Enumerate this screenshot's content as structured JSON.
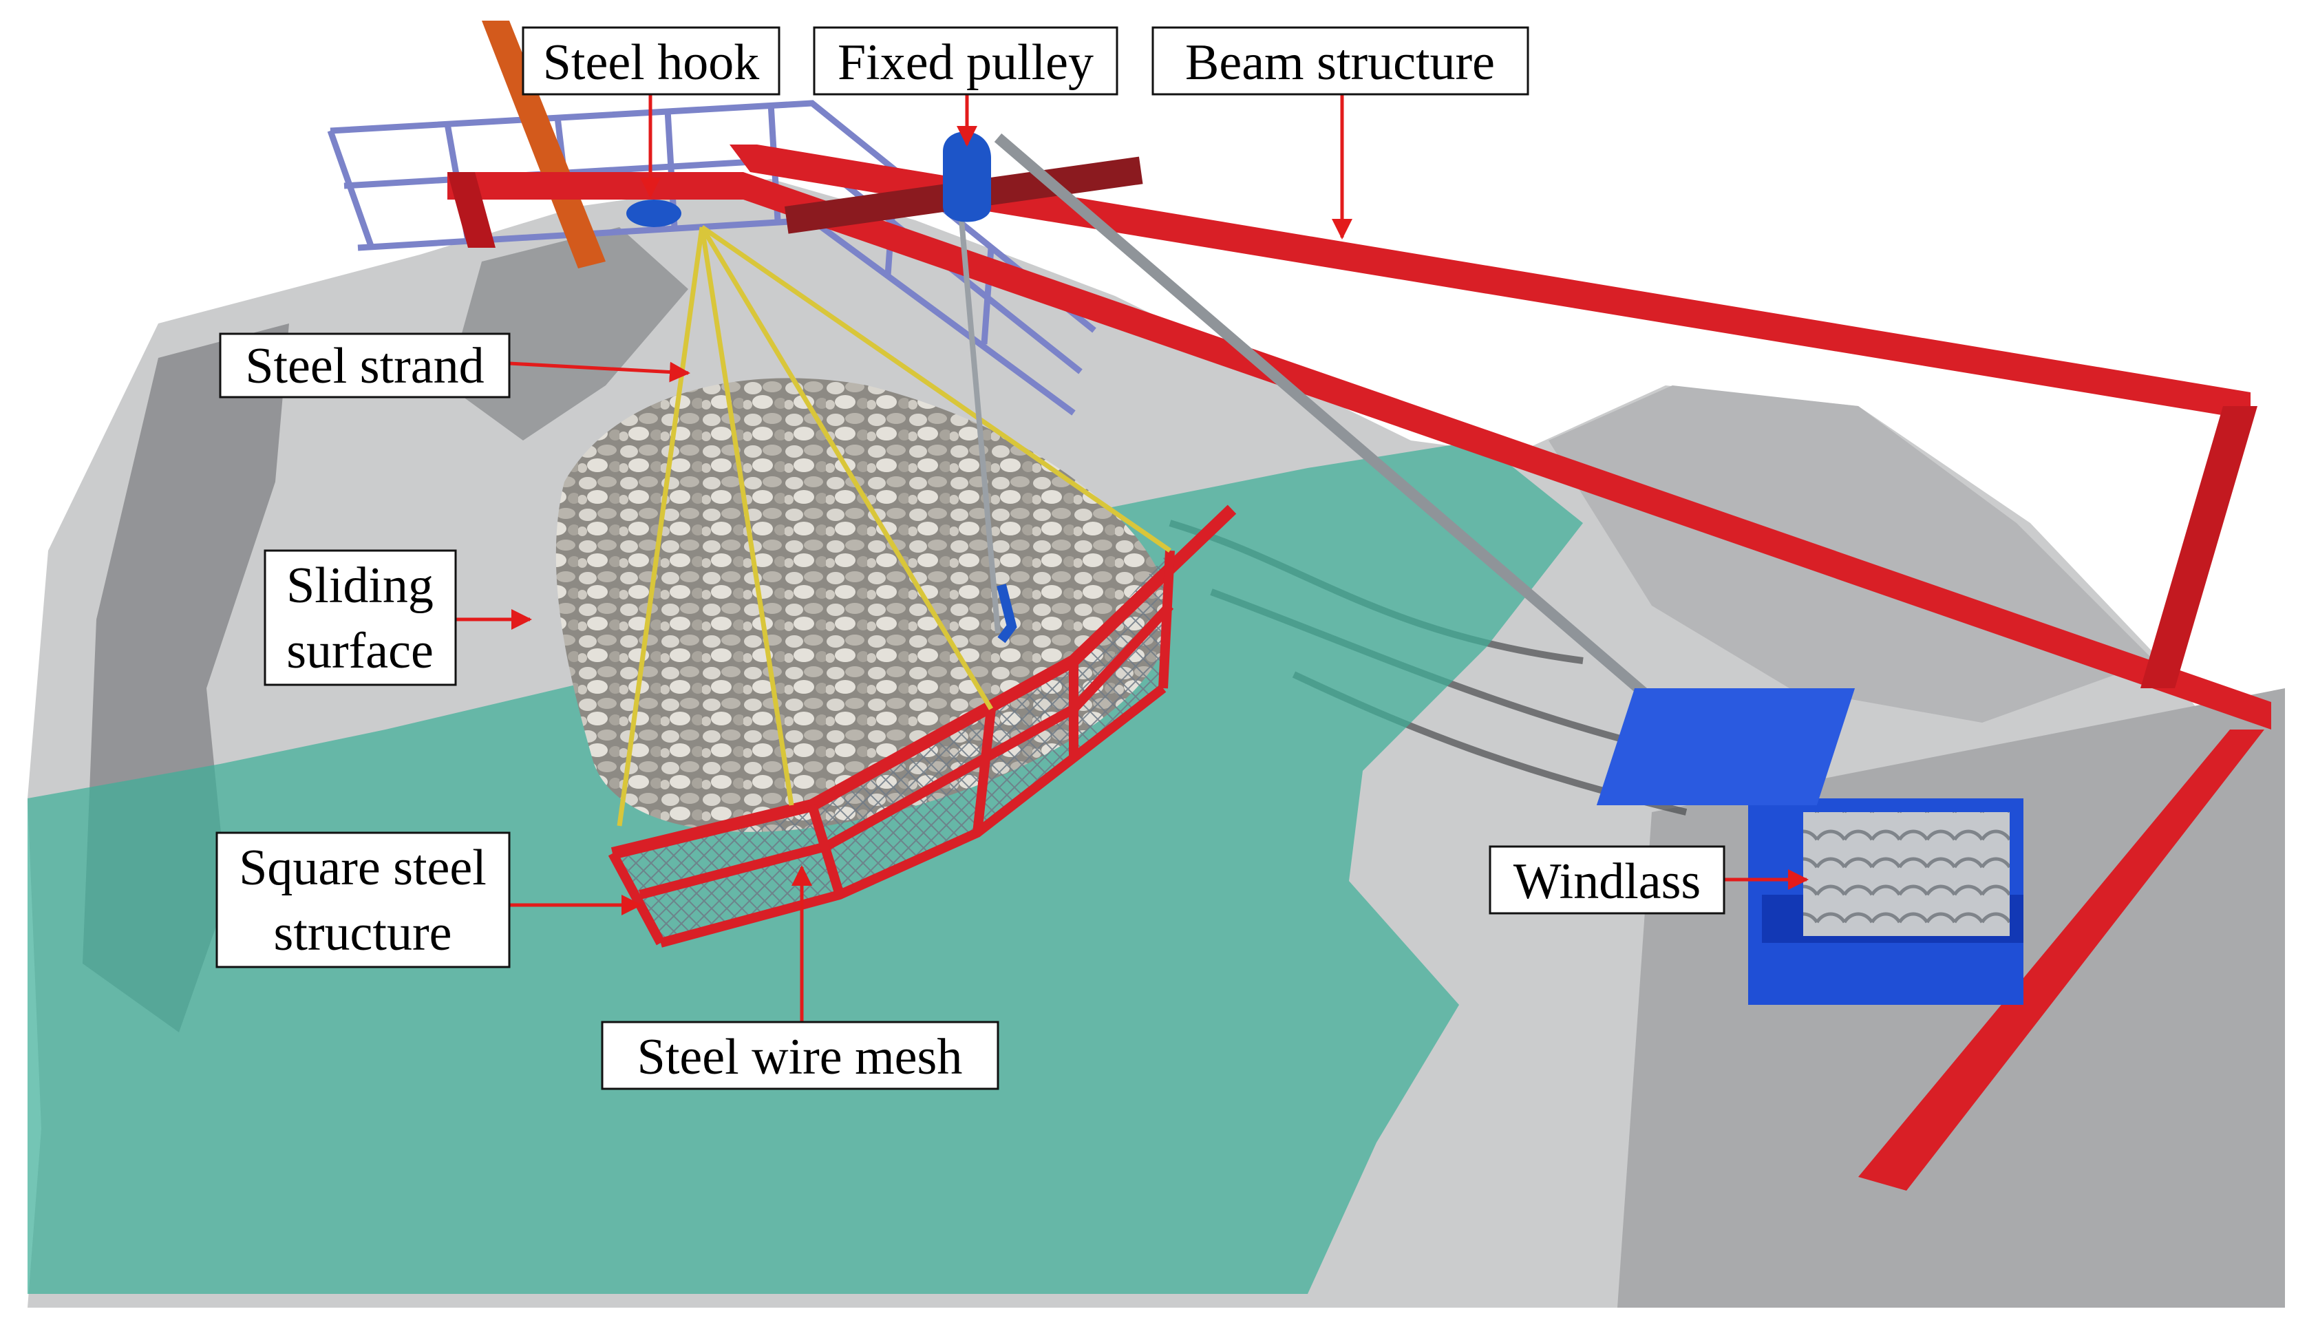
{
  "figure": {
    "labels": {
      "steel_hook": "Steel hook",
      "fixed_pulley": "Fixed pulley",
      "beam_structure": "Beam structure",
      "steel_strand": "Steel strand",
      "sliding_surface_line1": "Sliding",
      "sliding_surface_line2": "surface",
      "square_steel_line1": "Square steel",
      "square_steel_line2": "structure",
      "steel_wire_mesh": "Steel wire mesh",
      "windlass": "Windlass"
    },
    "colors": {
      "beam": "#d91f26",
      "water": "#3fae98",
      "terrain": "#c9cacb",
      "terrain_shadow": "#6e7072",
      "windlass": "#1f4fd6",
      "railing": "#7b83c9",
      "arrow": "#e31b1b",
      "pulley": "#1d55c8",
      "strand": "#d9c63a"
    }
  }
}
